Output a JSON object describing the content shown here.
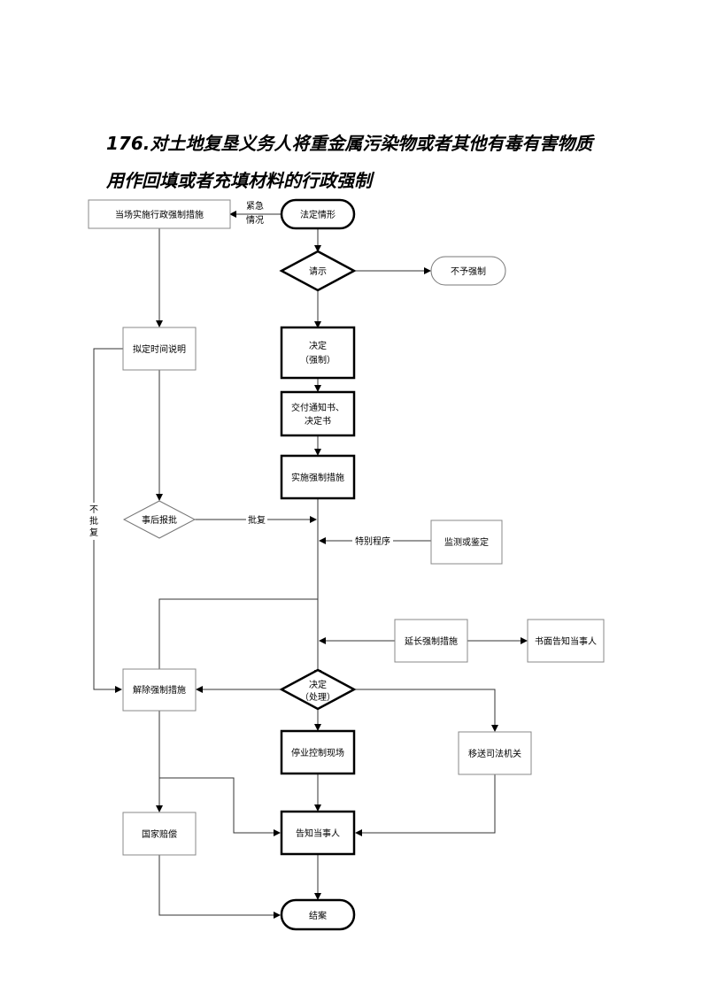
{
  "title": {
    "line1": "176.对土地复垦义务人将重金属污染物或者其他有毒有害物质",
    "line2": "用作回填或者充填材料的行政强制"
  },
  "nodes": {
    "on_site": "当场实施行政强制措施",
    "legal_case": "法定情形",
    "request": "请示",
    "no_enforce": "不予强制",
    "decide_enforce_1": "决定",
    "decide_enforce_2": "（强制）",
    "draft_explain": "拟定时间说明",
    "deliver_1": "交付通知书、",
    "deliver_2": "决定书",
    "implement": "实施强制措施",
    "post_approval": "事后报批",
    "monitor": "监测或鉴定",
    "extend": "延长强制措施",
    "written_notice": "书面告知当事人",
    "release": "解除强制措施",
    "decide_handle_1": "决定",
    "decide_handle_2": "（处理）",
    "stop_control": "停业控制现场",
    "transfer": "移送司法机关",
    "compensation": "国家赔偿",
    "notify_party": "告知当事人",
    "close_case": "结案"
  },
  "edge_labels": {
    "urgent_1": "紧急",
    "urgent_2": "情况",
    "approve": "批复",
    "special": "特别程序",
    "not_approve_1": "不",
    "not_approve_2": "批",
    "not_approve_3": "复"
  }
}
